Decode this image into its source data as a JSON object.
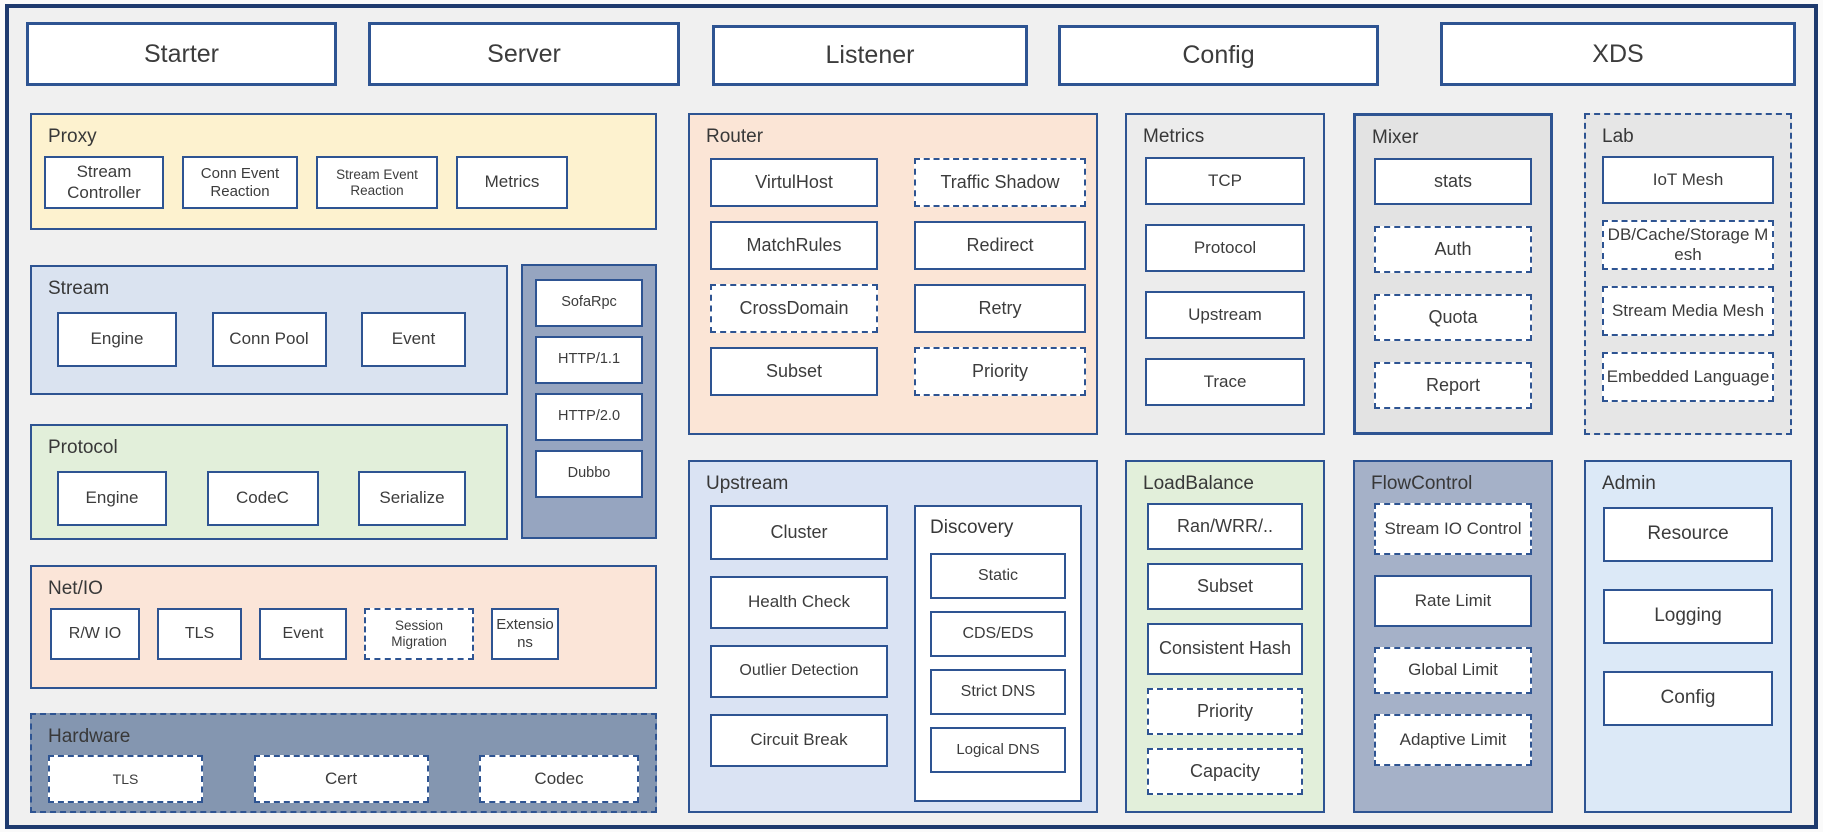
{
  "colors": {
    "frame_border": "#1e3a6e",
    "box_border_blue": "#2e5492",
    "canvas_bg": "#f0f0f0",
    "proxy_bg": "#fdf2cf",
    "stream_bg": "#dae3f0",
    "protocol_bg": "#e2efda",
    "netio_bg": "#fbe5d8",
    "hardware_bg": "#8496b0",
    "protocol_stack_bg": "#96a5c0",
    "router_bg": "#fbe5d6",
    "upstream_bg": "#dae3f3",
    "metrics_bg": "#ececec",
    "loadbalance_bg": "#e2efda",
    "mixer_bg": "#e3e3e3",
    "flowcontrol_bg": "#a5b1c8",
    "lab_bg": "#e6e6e6",
    "admin_bg": "#dce9f7"
  },
  "top_row": {
    "items": [
      {
        "label": "Starter"
      },
      {
        "label": "Server"
      },
      {
        "label": "Listener"
      },
      {
        "label": "Config"
      },
      {
        "label": "XDS"
      }
    ]
  },
  "sections": {
    "proxy": {
      "title": "Proxy",
      "items": [
        {
          "label": "Stream Controller"
        },
        {
          "label": "Conn Event Reaction"
        },
        {
          "label": "Stream Event Reaction"
        },
        {
          "label": "Metrics"
        }
      ]
    },
    "stream": {
      "title": "Stream",
      "items": [
        {
          "label": "Engine"
        },
        {
          "label": "Conn Pool"
        },
        {
          "label": "Event"
        }
      ]
    },
    "protocol_stack": {
      "items": [
        {
          "label": "SofaRpc"
        },
        {
          "label": "HTTP/1.1"
        },
        {
          "label": "HTTP/2.0"
        },
        {
          "label": "Dubbo"
        }
      ]
    },
    "protocol": {
      "title": "Protocol",
      "items": [
        {
          "label": "Engine"
        },
        {
          "label": "CodeC"
        },
        {
          "label": "Serialize"
        }
      ]
    },
    "netio": {
      "title": "Net/IO",
      "items": [
        {
          "label": "R/W IO"
        },
        {
          "label": "TLS"
        },
        {
          "label": "Event"
        },
        {
          "label": "Session Migration"
        },
        {
          "label": "Extensions"
        }
      ]
    },
    "hardware": {
      "title": "Hardware",
      "items": [
        {
          "label": "TLS"
        },
        {
          "label": "Cert"
        },
        {
          "label": "Codec"
        }
      ]
    },
    "router": {
      "title": "Router",
      "left": [
        {
          "label": "VirtulHost"
        },
        {
          "label": "MatchRules"
        },
        {
          "label": "CrossDomain"
        },
        {
          "label": "Subset"
        }
      ],
      "right": [
        {
          "label": "Traffic Shadow"
        },
        {
          "label": "Redirect"
        },
        {
          "label": "Retry"
        },
        {
          "label": "Priority"
        }
      ]
    },
    "upstream": {
      "title": "Upstream",
      "items": [
        {
          "label": "Cluster"
        },
        {
          "label": "Health Check"
        },
        {
          "label": "Outlier Detection"
        },
        {
          "label": "Circuit Break"
        }
      ],
      "discovery": {
        "title": "Discovery",
        "items": [
          {
            "label": "Static"
          },
          {
            "label": "CDS/EDS"
          },
          {
            "label": "Strict DNS"
          },
          {
            "label": "Logical DNS"
          }
        ]
      }
    },
    "metrics": {
      "title": "Metrics",
      "items": [
        {
          "label": "TCP"
        },
        {
          "label": "Protocol"
        },
        {
          "label": "Upstream"
        },
        {
          "label": "Trace"
        }
      ]
    },
    "loadbalance": {
      "title": "LoadBalance",
      "items": [
        {
          "label": "Ran/WRR/.."
        },
        {
          "label": "Subset"
        },
        {
          "label": "Consistent Hash"
        },
        {
          "label": "Priority"
        },
        {
          "label": "Capacity"
        }
      ]
    },
    "mixer": {
      "title": "Mixer",
      "items": [
        {
          "label": "stats"
        },
        {
          "label": "Auth"
        },
        {
          "label": "Quota"
        },
        {
          "label": "Report"
        }
      ]
    },
    "flowcontrol": {
      "title": "FlowControl",
      "items": [
        {
          "label": "Stream IO Control"
        },
        {
          "label": "Rate Limit"
        },
        {
          "label": "Global Limit"
        },
        {
          "label": "Adaptive Limit"
        }
      ]
    },
    "lab": {
      "title": "Lab",
      "items": [
        {
          "label": "IoT Mesh"
        },
        {
          "label": "DB/Cache/Storage Mesh"
        },
        {
          "label": "Stream Media Mesh"
        },
        {
          "label": "Embedded Language"
        }
      ]
    },
    "admin": {
      "title": "Admin",
      "items": [
        {
          "label": "Resource"
        },
        {
          "label": "Logging"
        },
        {
          "label": "Config"
        }
      ]
    }
  }
}
